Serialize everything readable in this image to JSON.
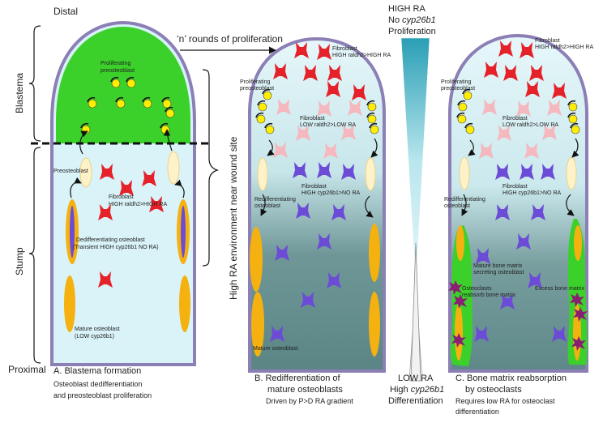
{
  "labels": {
    "distal": "Distal",
    "proximal": "Proximal",
    "blastema": "Blastema",
    "stump": "Stump",
    "proliferation_rounds": "‘n’ rounds of proliferation",
    "high_ra_env": "High RA environment near wound site"
  },
  "gradient": {
    "top1": "HIGH RA",
    "top2_prefix": "No ",
    "top2_gene": "cyp26b1",
    "top3": "Proliferation",
    "bottom1": "LOW RA",
    "bottom2_prefix": "High ",
    "bottom2_gene": "cyp26b1",
    "bottom3": "Differentiation"
  },
  "panel_a": {
    "prolif_line1": "Proliferating",
    "prolif_line2": "preosteoblast",
    "preosteoblast": "Preosteoblast",
    "fib_line1": "Fibroblast",
    "fib_line2": "HIGH raldh2>HIGH RA",
    "dediff_line1": "Dedifferentiating osteoblast",
    "dediff_line2": "(Transient HIGH cyp26b1 NO RA)",
    "mature_line1": "Mature osteoblast",
    "mature_line2": "(LOW cyp26b1)",
    "caption1": "A. Blastema formation",
    "caption2": "Osteoblast dedifferentiation",
    "caption3": "and preosteoblast proliferation"
  },
  "panel_b": {
    "fib_high_1": "Fibroblast",
    "fib_high_2": "HIGH raldh2>HIGH RA",
    "prolif_1": "Proliferating",
    "prolif_2": "preosteoblast",
    "fib_low_1": "Fibroblast",
    "fib_low_2": "LOW raldh2>LOW RA",
    "fib_cyp_1": "Fibroblast",
    "fib_cyp_2": "HIGH cyp26b1>NO RA",
    "rediff_1": "Redifferentiating",
    "rediff_2": "osteoblast",
    "mature": "Mature osteoblast",
    "caption1": "B. Redifferentiation of",
    "caption2": "mature osteoblasts",
    "caption3": "Driven by P>D RA gradient"
  },
  "panel_c": {
    "fib_high_1": "Fibroblast",
    "fib_high_2": "HIGH raldh2>HIGH RA",
    "prolif_1": "Proliferating",
    "prolif_2": "preosteoblast",
    "fib_low_1": "Fibroblast",
    "fib_low_2": "LOW raldh2>LOW RA",
    "fib_cyp_1": "Fibroblast",
    "fib_cyp_2": "HIGH cyp26b1>NO RA",
    "rediff_1": "Redifferentiating",
    "rediff_2": "osteoblast",
    "matrix_1": "Mature bone matrix",
    "matrix_2": "secreting osteoblast",
    "oc_1": "Osteoclasts",
    "oc_2": "reabsorb bone matrix",
    "excess": "Excess bone matrix",
    "caption1": "C. Bone matrix reabsorption",
    "caption2": "by osteoclasts",
    "caption3": "Requires low RA for osteoclast",
    "caption4": "differentiation"
  },
  "colors": {
    "outline": "#8c7fb6",
    "light_blue": "#d9f3f8",
    "green": "#3bd12a",
    "red_cell": "#e5222a",
    "pink_cell": "#f5b8bf",
    "violet_cell": "#6c4bd6",
    "osteoblast": "#f5b10f",
    "cream": "#fff2c8",
    "yellow_cell": "#ffee00",
    "osteoclast": "#8a1e72"
  }
}
